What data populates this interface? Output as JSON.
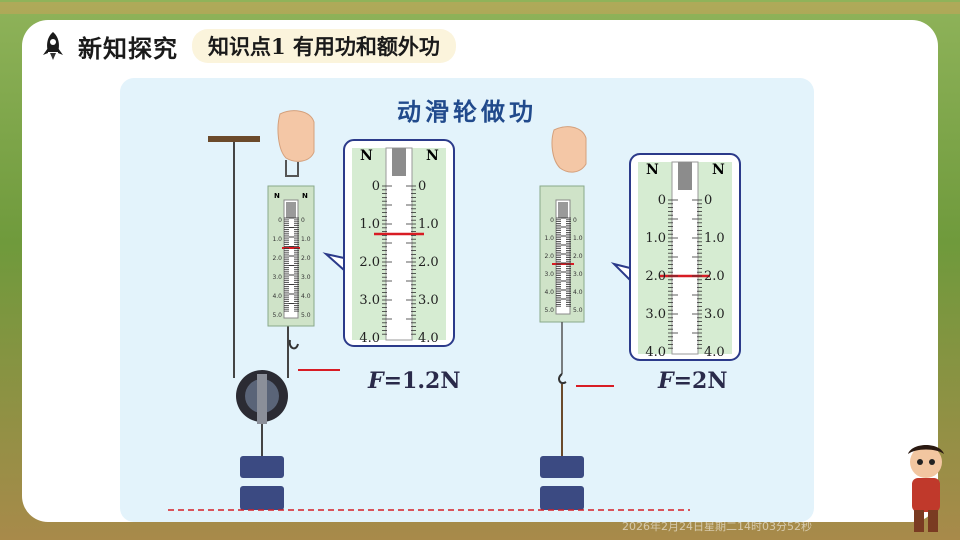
{
  "header": {
    "section_title": "新知探究",
    "topic": "知识点1 有用功和额外功"
  },
  "figure": {
    "title": "动滑轮做功",
    "left_setup": {
      "force_var": "F",
      "force_val": "=1.2N",
      "reading": 1.2
    },
    "right_setup": {
      "force_var": "F",
      "force_val": "=2N",
      "reading": 2.0
    },
    "gauge_unit": "N",
    "big_scale_ticks": [
      "0",
      "1.0",
      "2.0",
      "3.0",
      "4.0"
    ],
    "small_scale_ticks": [
      "0",
      "1.0",
      "2.0",
      "3.0",
      "4.0",
      "5.0"
    ]
  },
  "footer": {
    "watermark": "2026年2月24日星期二14时03分52秒"
  },
  "colors": {
    "reading_line": "#d81c24",
    "title_blue": "#214a8c",
    "panel_bg": "#e3f3fb"
  }
}
